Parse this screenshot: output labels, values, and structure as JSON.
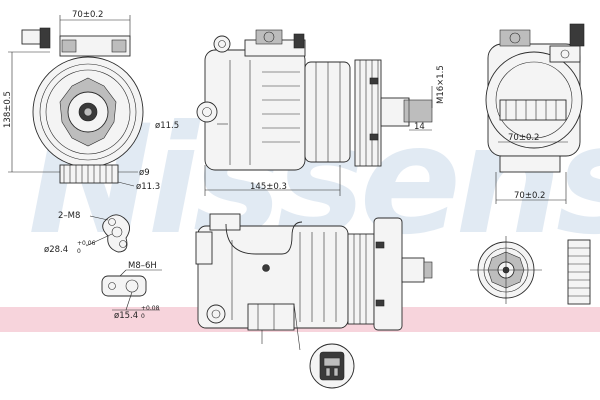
{
  "watermark": {
    "text": "Nissens",
    "color": "#c9d9ea"
  },
  "band": {
    "color": "#f7d4dc"
  },
  "dimensions": {
    "top_width": "70±0.2",
    "height_left": "138±0.5",
    "hole_d115": "ø11.5",
    "length_145": "145±0.3",
    "thread_m16": "M16×1.5",
    "shaft_14": "14",
    "right_70a": "70±0.2",
    "right_70b": "70±0.2",
    "dia_9": "ø9",
    "dia_113": "ø11.3",
    "thread_2m8": "2–M8",
    "flange_284": "ø28.4",
    "tol_284_upper": "+0.06",
    "tol_284_lower": "0",
    "thread_m86h": "M8–6H",
    "port_154": "ø15.4",
    "tol_154_upper": "+0.08",
    "tol_154_lower": "0"
  }
}
